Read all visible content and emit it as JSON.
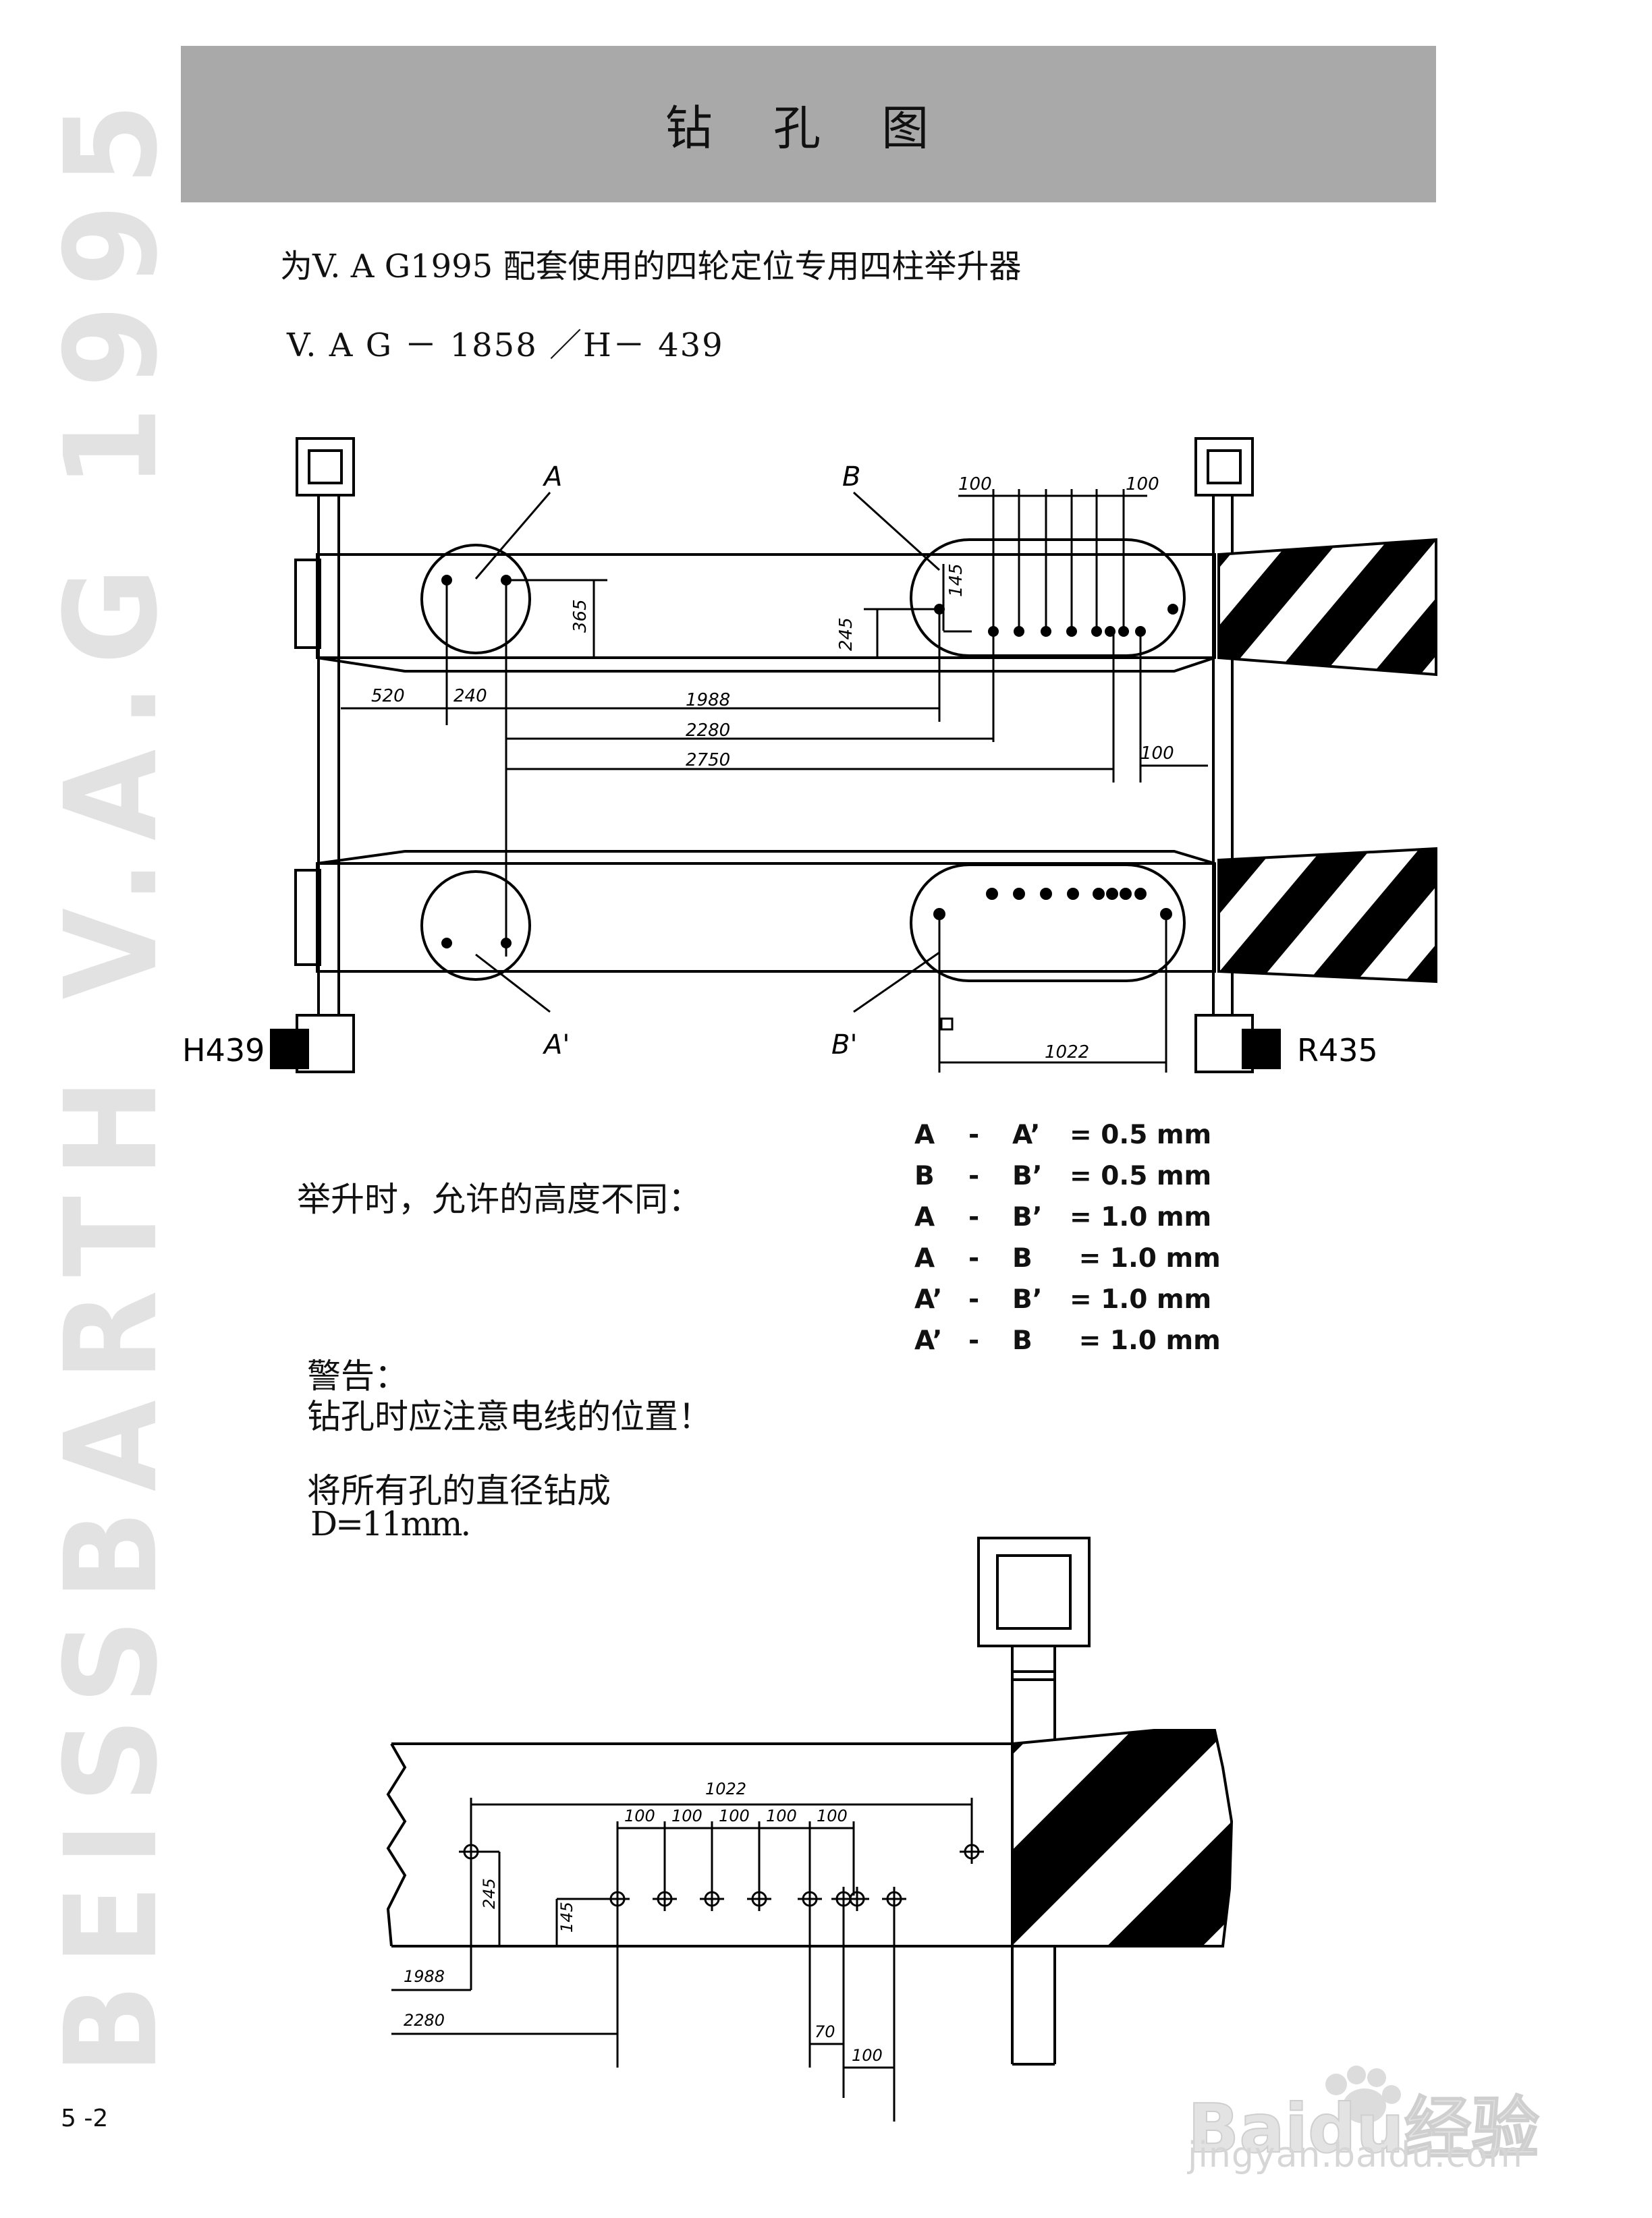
{
  "side_brand": "BEISSBARTH V.A.G 1995",
  "title": "钻 孔 图",
  "subtitle": "为V. A G1995 配套使用的四轮定位专用四柱举升器",
  "model": "V. A G － 1858 ／H－  439",
  "top_diagram": {
    "label_a": "A",
    "label_b": "B",
    "label_a_prime": "A'",
    "label_b_prime": "B'",
    "label_h439": "H439",
    "label_r435": "R435",
    "dims": {
      "d100_left": "100",
      "d100_right": "100",
      "d145": "145",
      "d365": "365",
      "d245": "245",
      "d520": "520",
      "d240": "240",
      "d1988": "1988",
      "d2280": "2280",
      "d2750": "2750",
      "d100_low": "100",
      "d1022": "1022"
    }
  },
  "tolerances": [
    {
      "a": "A",
      "b": "A’",
      "value": "= 0.5 mm"
    },
    {
      "a": "B",
      "b": "B’",
      "value": "= 0.5 mm"
    },
    {
      "a": "A",
      "b": "B’",
      "value": "= 1.0 mm"
    },
    {
      "a": "A",
      "b": "B",
      "value": " = 1.0 mm"
    },
    {
      "a": "A’",
      "b": "B’",
      "value": "= 1.0 mm"
    },
    {
      "a": "A’",
      "b": "B",
      "value": " = 1.0 mm"
    }
  ],
  "height_note": "举升时，允许的高度不同：",
  "warning_title": "警告：",
  "warning_text": "钻孔时应注意电线的位置！",
  "diameter_note": "将所有孔的直径钻成",
  "diameter_value": "D=11mm.",
  "detail_diagram": {
    "dims": {
      "d1022": "1022",
      "d100_1": "100",
      "d100_2": "100",
      "d100_3": "100",
      "d100_4": "100",
      "d100_5": "100",
      "d245": "245",
      "d145": "145",
      "d1988": "1988",
      "d2280": "2280",
      "d70": "70",
      "d100_low": "100"
    }
  },
  "page_number": "5 -2",
  "watermark_text": "Baidu经验",
  "watermark_url": "jingyan.baidu.com"
}
